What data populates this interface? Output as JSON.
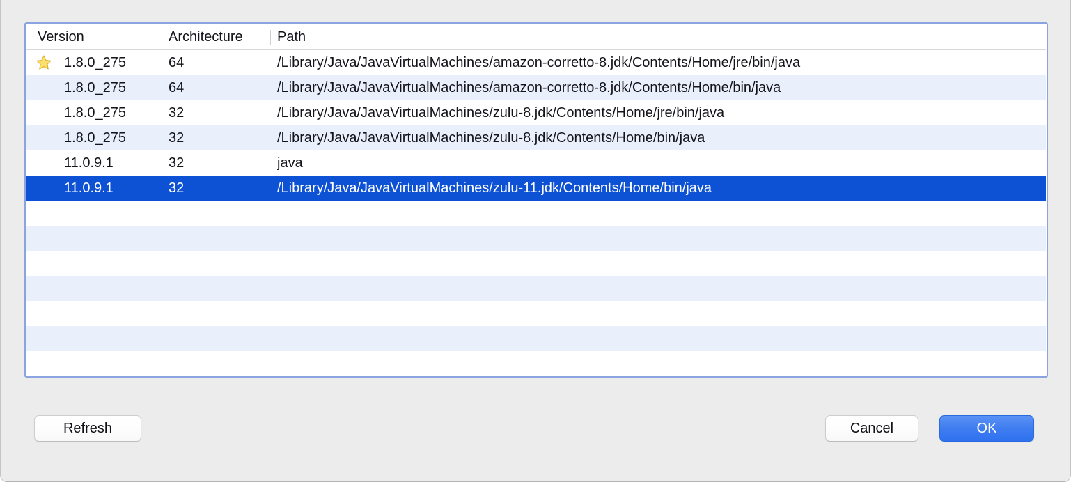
{
  "window": {
    "background_color": "#ececec"
  },
  "table": {
    "focus_ring_color": "#8ba4e0",
    "stripe_color": "#eaeffc",
    "selection_color": "#0d51d4",
    "columns": [
      {
        "key": "version",
        "label": "Version"
      },
      {
        "key": "architecture",
        "label": "Architecture"
      },
      {
        "key": "path",
        "label": "Path"
      }
    ],
    "rows": [
      {
        "starred": true,
        "star_icon": "gold-star-icon",
        "version": "1.8.0_275",
        "architecture": "64",
        "path": "/Library/Java/JavaVirtualMachines/amazon-corretto-8.jdk/Contents/Home/jre/bin/java",
        "selected": false
      },
      {
        "starred": false,
        "version": "1.8.0_275",
        "architecture": "64",
        "path": "/Library/Java/JavaVirtualMachines/amazon-corretto-8.jdk/Contents/Home/bin/java",
        "selected": false
      },
      {
        "starred": false,
        "version": "1.8.0_275",
        "architecture": "32",
        "path": "/Library/Java/JavaVirtualMachines/zulu-8.jdk/Contents/Home/jre/bin/java",
        "selected": false
      },
      {
        "starred": false,
        "version": "1.8.0_275",
        "architecture": "32",
        "path": "/Library/Java/JavaVirtualMachines/zulu-8.jdk/Contents/Home/bin/java",
        "selected": false
      },
      {
        "starred": false,
        "version": "11.0.9.1",
        "architecture": "32",
        "path": "java",
        "selected": false
      },
      {
        "starred": false,
        "version": "11.0.9.1",
        "architecture": "32",
        "path": "/Library/Java/JavaVirtualMachines/zulu-11.jdk/Contents/Home/bin/java",
        "selected": true
      },
      {
        "starred": false,
        "version": "",
        "architecture": "",
        "path": "",
        "selected": false
      },
      {
        "starred": false,
        "version": "",
        "architecture": "",
        "path": "",
        "selected": false
      },
      {
        "starred": false,
        "version": "",
        "architecture": "",
        "path": "",
        "selected": false
      },
      {
        "starred": false,
        "version": "",
        "architecture": "",
        "path": "",
        "selected": false
      },
      {
        "starred": false,
        "version": "",
        "architecture": "",
        "path": "",
        "selected": false
      },
      {
        "starred": false,
        "version": "",
        "architecture": "",
        "path": "",
        "selected": false
      },
      {
        "starred": false,
        "version": "",
        "architecture": "",
        "path": "",
        "selected": false
      }
    ]
  },
  "footer": {
    "refresh_label": "Refresh",
    "cancel_label": "Cancel",
    "ok_label": "OK",
    "default_button_color": "#3f7df0"
  }
}
